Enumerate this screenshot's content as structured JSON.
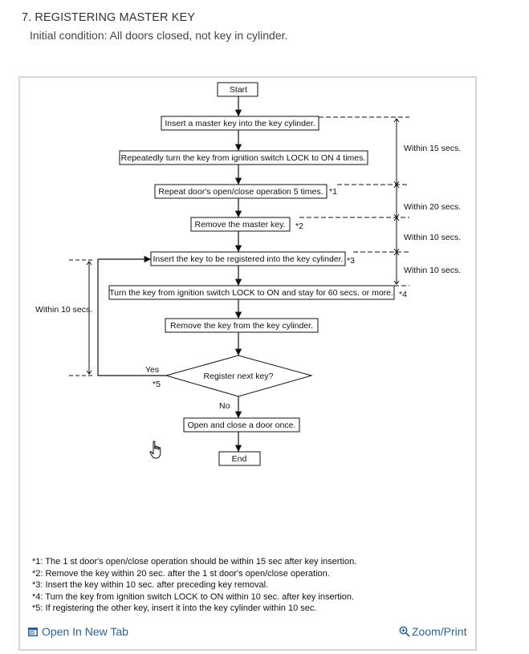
{
  "section": {
    "title": "7. REGISTERING MASTER KEY",
    "condition": "Initial condition: All doors closed, not key in cylinder."
  },
  "flowchart": {
    "start": "Start",
    "steps": [
      "Insert a master key into the key cylinder.",
      "Repeatedly turn the key from ignition switch LOCK to ON 4 times.",
      "Repeat door's open/close operation 5 times.",
      "Remove the master key.",
      "Insert the key to be registered into the key cylinder.",
      "Turn the key from ignition switch LOCK to ON and stay for 60 secs. or more.",
      "Remove the key from the key cylinder."
    ],
    "decision": "Register next key?",
    "yes_label": "Yes",
    "no_label": "No",
    "final_step": "Open and close a door once.",
    "end": "End",
    "markers": [
      "*1",
      "*2",
      "*3",
      "*4",
      "*5"
    ],
    "timings": [
      "Within 15 secs.",
      "Within 20 secs.",
      "Within 10 secs.",
      "Within 10 secs."
    ],
    "loop_timing": "Within 10 secs."
  },
  "footnotes": [
    "*1: The 1 st door's open/close operation should be within 15 sec after key insertion.",
    "*2: Remove the key within 20 sec. after the 1 st door's open/close operation.",
    "*3: Insert the key within 10 sec. after preceding key removal.",
    "*4: Turn the key from ignition switch LOCK to ON within 10 sec. after key insertion.",
    "*5: If registering the other key, insert it into the key cylinder within 10 sec."
  ],
  "links": {
    "open_new_tab": "Open In New Tab",
    "zoom_print": "Zoom/Print"
  },
  "icons": {
    "open_tab": "open-new-tab-icon",
    "zoom": "zoom-magnifier-icon",
    "cursor": "hand-pointer-icon"
  },
  "colors": {
    "link": "#2a6496",
    "frame_border": "#d6d6d6"
  }
}
